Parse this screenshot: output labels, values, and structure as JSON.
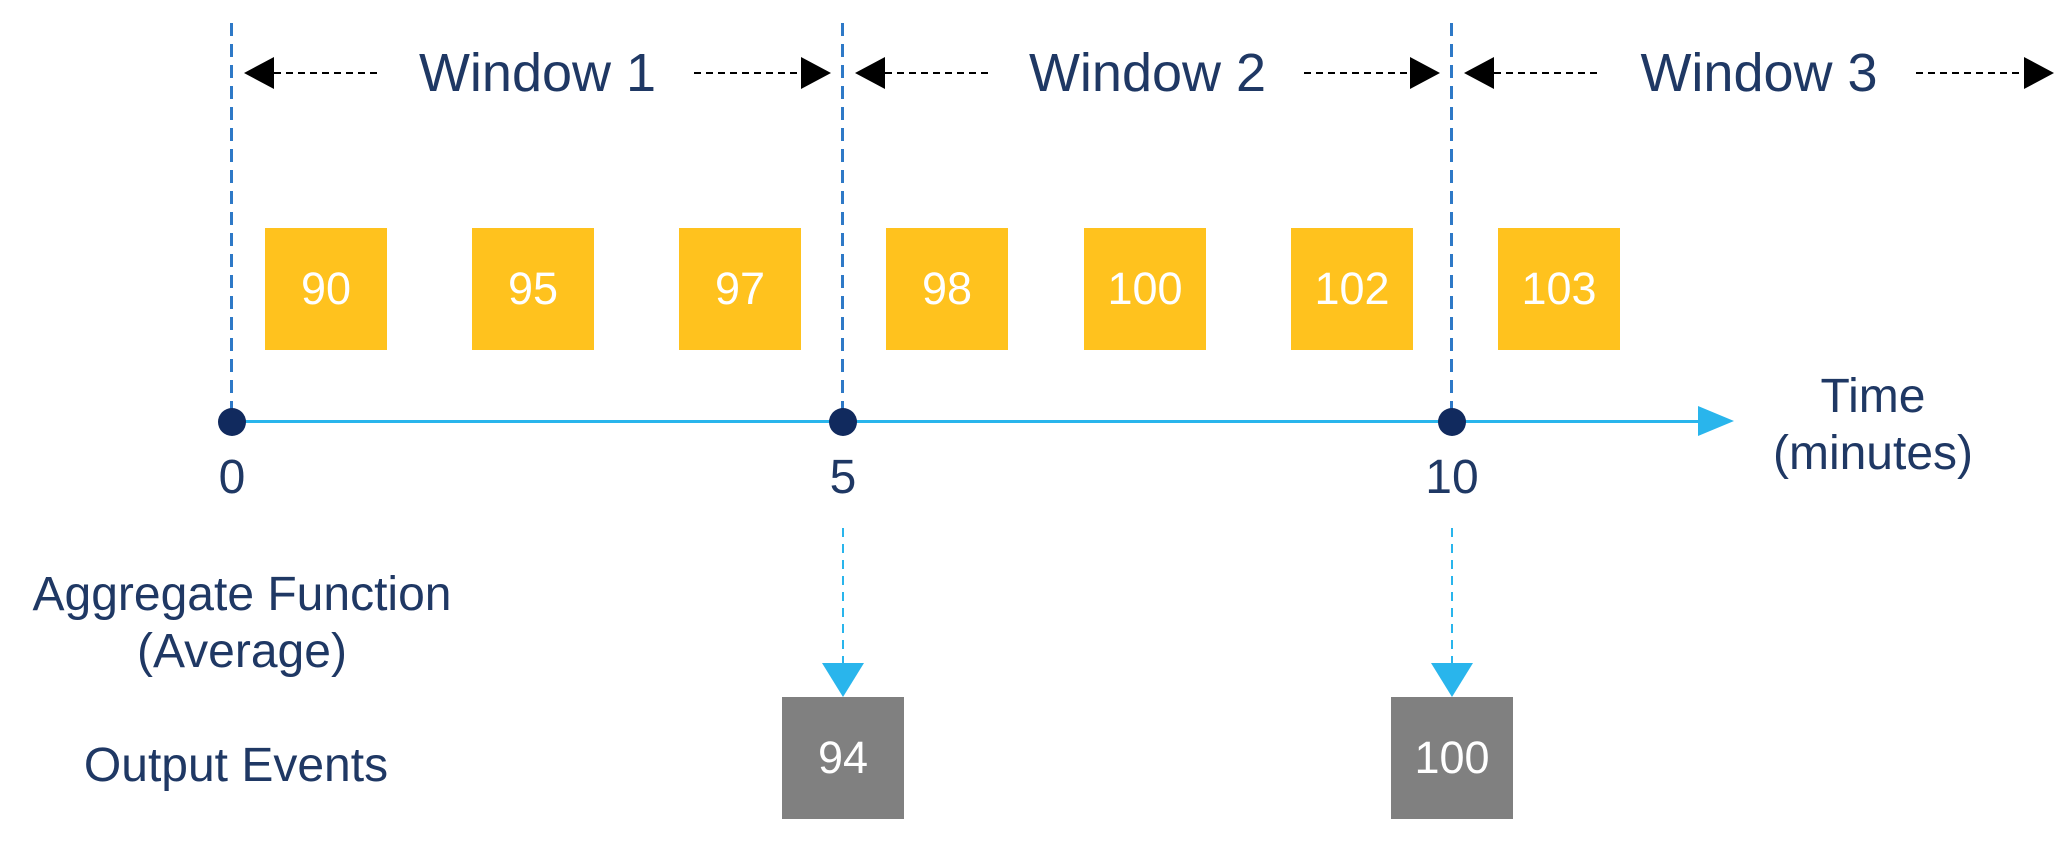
{
  "windows": [
    {
      "label": "Window 1"
    },
    {
      "label": "Window 2"
    },
    {
      "label": "Window 3"
    }
  ],
  "input_events": [
    {
      "value": "90"
    },
    {
      "value": "95"
    },
    {
      "value": "97"
    },
    {
      "value": "98"
    },
    {
      "value": "100"
    },
    {
      "value": "102"
    },
    {
      "value": "103"
    }
  ],
  "timeline": {
    "ticks": [
      {
        "label": "0"
      },
      {
        "label": "5"
      },
      {
        "label": "10"
      }
    ],
    "axis_label_line1": "Time",
    "axis_label_line2": "(minutes)"
  },
  "aggregate": {
    "line1": "Aggregate Function",
    "line2": "(Average)"
  },
  "outputs": {
    "label": "Output Events",
    "events": [
      {
        "value": "94"
      },
      {
        "value": "100"
      }
    ]
  },
  "colors": {
    "event_box": "#FFC21E",
    "output_box": "#808080",
    "navy_text": "#1F3864",
    "dot_navy": "#112A5E",
    "axis_cyan": "#29B5EC",
    "boundary_blue": "#2E79C7",
    "arrow_black": "#000000"
  }
}
